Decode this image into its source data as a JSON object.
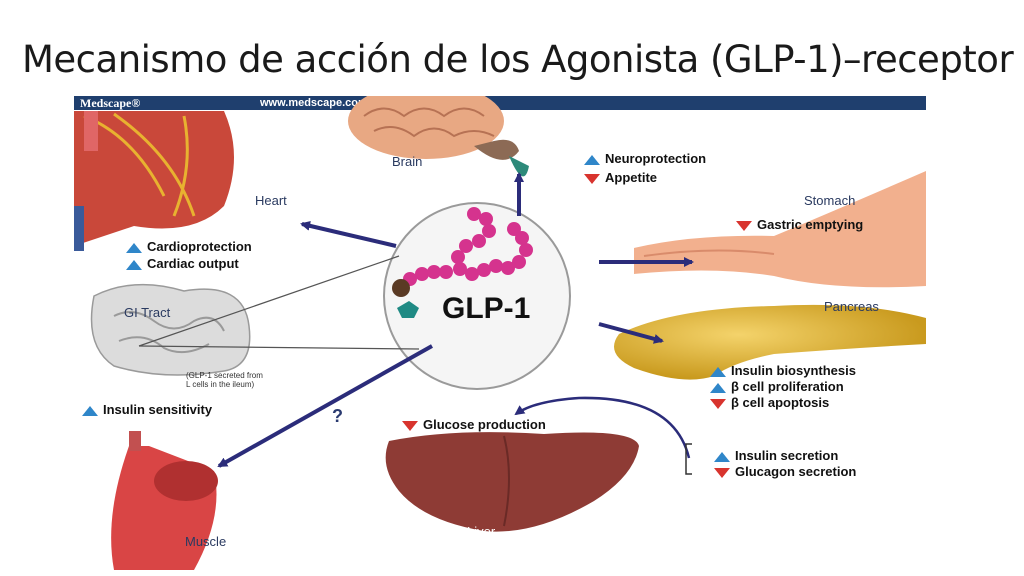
{
  "slide": {
    "title": "Mecanismo de acción de los Agonista (GLP-1)–receptor"
  },
  "banner": {
    "logo": "Medscape®",
    "url": "www.medscape.com"
  },
  "center": {
    "label": "GLP-1"
  },
  "organs": {
    "brain": "Brain",
    "heart": "Heart",
    "stomach": "Stomach",
    "gi_tract": "GI Tract",
    "pancreas": "Pancreas",
    "liver": "Liver",
    "muscle": "Muscle"
  },
  "gi_note": {
    "line1": "(GLP-1 secreted from",
    "line2": "L cells in the ileum)"
  },
  "question_mark": "?",
  "effects": {
    "brain": [
      {
        "text": "Neuroprotection",
        "dir": "up"
      },
      {
        "text": "Appetite",
        "dir": "down"
      }
    ],
    "heart": [
      {
        "text": "Cardioprotection",
        "dir": "up"
      },
      {
        "text": "Cardiac output",
        "dir": "up"
      }
    ],
    "stomach": [
      {
        "text": "Gastric emptying",
        "dir": "down"
      }
    ],
    "pancreas": [
      {
        "text": "Insulin biosynthesis",
        "dir": "up"
      },
      {
        "text": "β cell proliferation",
        "dir": "up"
      },
      {
        "text": "β cell apoptosis",
        "dir": "down"
      }
    ],
    "pancreas_secretion": [
      {
        "text": "Insulin secretion",
        "dir": "up"
      },
      {
        "text": "Glucagon secretion",
        "dir": "down"
      }
    ],
    "liver": [
      {
        "text": "Glucose production",
        "dir": "down"
      }
    ],
    "muscle": [
      {
        "text": "Insulin sensitivity",
        "dir": "up"
      }
    ]
  },
  "colors": {
    "banner": "#1f3f6e",
    "up_arrow": "#2f86c9",
    "down_arrow": "#d8342e",
    "pathway_arrow": "#2b2c7a"
  }
}
